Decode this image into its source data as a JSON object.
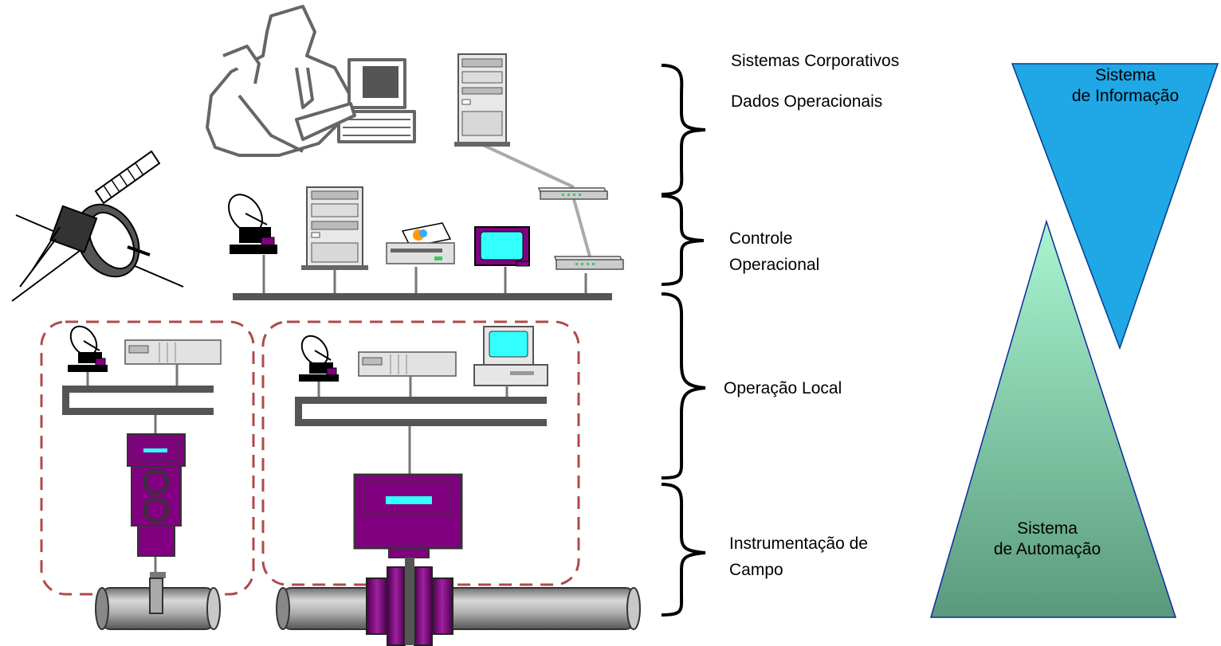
{
  "levels": {
    "corporate": {
      "line1": "Sistemas Corporativos",
      "line2": "Dados Operacionais"
    },
    "control": {
      "line1": "Controle",
      "line2": "Operacional"
    },
    "local": {
      "line1": "Operação Local"
    },
    "field": {
      "line1": "Instrumentação de",
      "line2": "Campo"
    }
  },
  "pyramids": {
    "information": {
      "line1": "Sistema",
      "line2": "de Informação",
      "color": "#1fa7e6"
    },
    "automation": {
      "line1": "Sistema",
      "line2": "de Automação",
      "color_top": "#aaf5d2",
      "color_bottom": "#5a9a7c"
    }
  },
  "colors": {
    "bus": "#555555",
    "device_purple": "#800080",
    "screen_cyan": "#33ffff",
    "dashed_border": "#b04a4a",
    "pipe": "#9a9a9a"
  },
  "icons": [
    "satellite-icon",
    "office-workers-icon",
    "server-tower-icon",
    "satellite-dish-icon",
    "printer-icon",
    "monitor-icon",
    "network-hub-icon",
    "desktop-computer-icon",
    "plc-rack-icon",
    "field-transmitter-icon",
    "flow-meter-icon",
    "pipe-icon"
  ]
}
